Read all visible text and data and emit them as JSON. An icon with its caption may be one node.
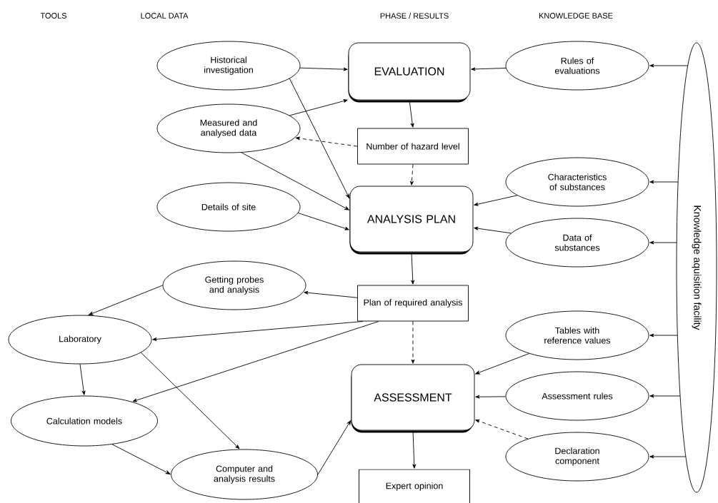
{
  "diagram": {
    "nodes": [
      {
        "text": [
          "Historical investigation"
        ]
      },
      {
        "text": [
          "EVALUATION"
        ]
      },
      {
        "text": [
          "Rules of evaluations"
        ]
      },
      {
        "text": [
          "Measured and analysed data"
        ]
      },
      {
        "text": [
          "Number of hazard level"
        ]
      },
      {
        "text": [
          "Details of site"
        ]
      },
      {
        "text": [
          "ANALYSIS PLAN"
        ]
      },
      {
        "text": [
          "Characteristics of substances"
        ]
      },
      {
        "text": [
          "Data of substances"
        ]
      },
      {
        "text": [
          "Getting probes and analysis"
        ]
      },
      {
        "text": [
          "Plan of required analysis"
        ]
      },
      {
        "text": [
          "Laboratory"
        ]
      },
      {
        "text": [
          "Tables with reference values"
        ]
      },
      {
        "text": [
          "ASSESSMENT"
        ]
      },
      {
        "text": [
          "Calculation models"
        ]
      },
      {
        "text": [
          "Assessment rules"
        ]
      },
      {
        "text": [
          "Computer and analysis results"
        ]
      },
      {
        "text": [
          "Declaration component"
        ]
      },
      {
        "text": [
          "Expert opinion"
        ]
      },
      {
        "text": [
          "Knowledge aquisition facility"
        ]
      }
    ],
    "edges": [
      {
        "from": 0,
        "to": 1,
        "arrow": "to"
      },
      {
        "from": 0,
        "to": 6,
        "arrow": "to"
      },
      {
        "from": 3,
        "to": 1,
        "arrow": "to"
      },
      {
        "from": 4,
        "to": 3,
        "arrow": "to",
        "style": "dashed"
      },
      {
        "from": 3,
        "to": 6,
        "arrow": "to"
      },
      {
        "from": 5,
        "to": 6,
        "arrow": "to"
      },
      {
        "from": 1,
        "to": 4,
        "arrow": "to"
      },
      {
        "from": 4,
        "to": 6,
        "arrow": "to",
        "style": "dashed"
      },
      {
        "from": 2,
        "to": 1,
        "arrow": "to"
      },
      {
        "from": 19,
        "to": 2,
        "arrow": "to"
      },
      {
        "from": 19,
        "to": 7,
        "arrow": "to"
      },
      {
        "from": 19,
        "to": 8,
        "arrow": "to"
      },
      {
        "from": 19,
        "to": 12,
        "arrow": "to"
      },
      {
        "from": 19,
        "to": 15,
        "arrow": "to"
      },
      {
        "from": 19,
        "to": 17,
        "arrow": "to"
      },
      {
        "from": 7,
        "to": 6,
        "arrow": "to"
      },
      {
        "from": 8,
        "to": 6,
        "arrow": "to"
      },
      {
        "from": 6,
        "to": 10,
        "arrow": "to"
      },
      {
        "from": 10,
        "to": 9,
        "arrow": "to"
      },
      {
        "from": 9,
        "to": 11,
        "arrow": "to"
      },
      {
        "from": 10,
        "to": 11,
        "arrow": "to"
      },
      {
        "from": 10,
        "to": 14,
        "arrow": "to"
      },
      {
        "from": 10,
        "to": 13,
        "arrow": "to",
        "style": "dashed"
      },
      {
        "from": 11,
        "to": 14,
        "arrow": "to"
      },
      {
        "from": 11,
        "to": 16,
        "arrow": "to"
      },
      {
        "from": 14,
        "to": 16,
        "arrow": "to"
      },
      {
        "from": 16,
        "to": 13,
        "arrow": "to"
      },
      {
        "from": 12,
        "to": 13,
        "arrow": "to"
      },
      {
        "from": 15,
        "to": 13,
        "arrow": "to"
      },
      {
        "from": 17,
        "to": 13,
        "arrow": "to",
        "style": "dashed"
      },
      {
        "from": 13,
        "to": 18,
        "arrow": "to"
      }
    ],
    "labels": [
      "TOOLS",
      "LOCAL DATA",
      "PHASE / RESULTS",
      "KNOWLEDGE BASE"
    ]
  }
}
